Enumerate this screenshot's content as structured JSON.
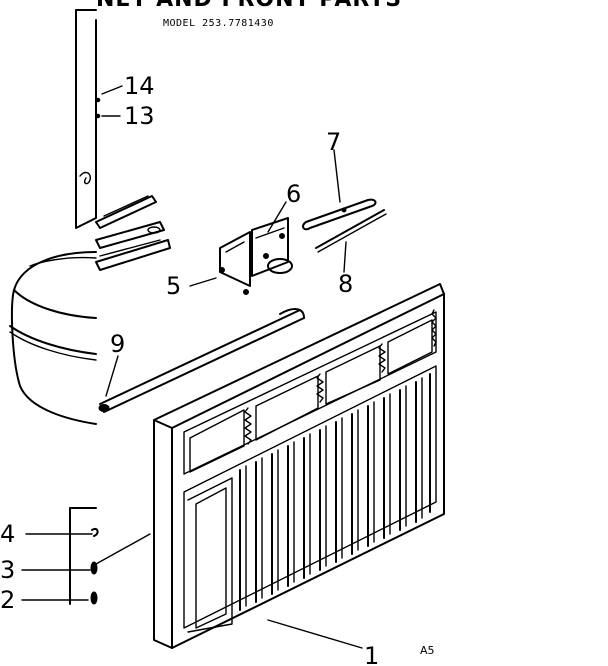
{
  "header": {
    "title": "NET AND FRONT PARTS",
    "model": "MODEL 253.7781430"
  },
  "callouts": {
    "c1": "1",
    "c2": "2",
    "c3": "3",
    "c4": "4",
    "c5": "5",
    "c6": "6",
    "c7": "7",
    "c8": "8",
    "c9": "9",
    "c13": "13",
    "c14": "14"
  },
  "reference": "A5"
}
